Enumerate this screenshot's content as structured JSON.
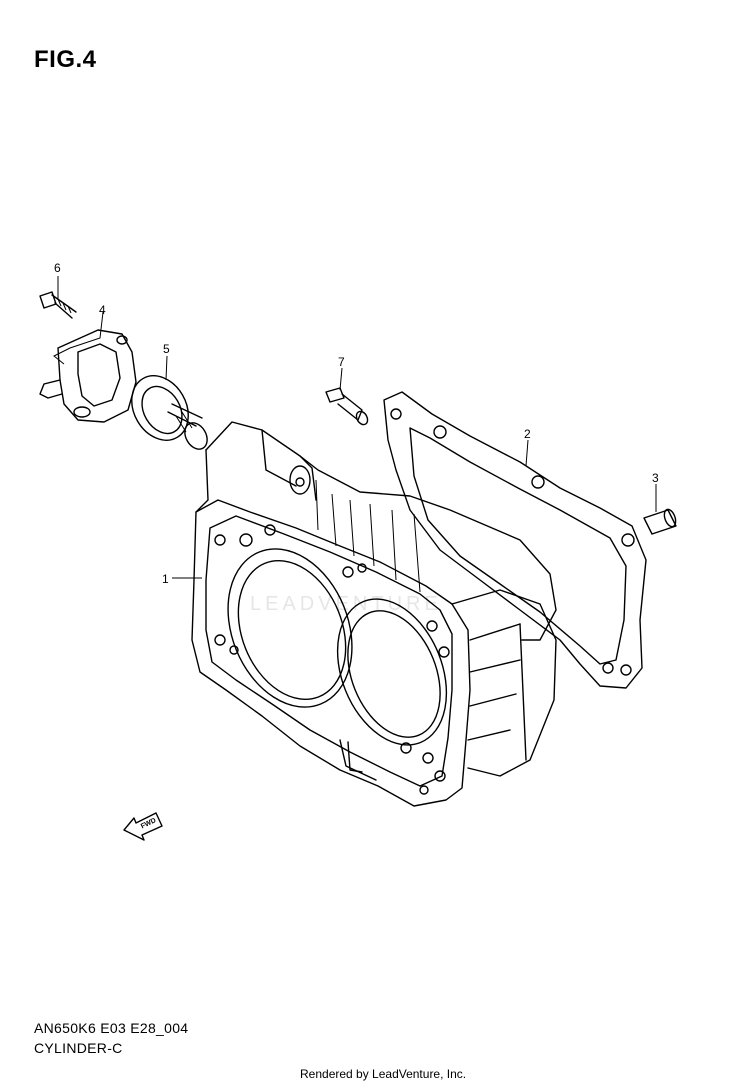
{
  "figure": {
    "title": "FIG.4",
    "code": "AN650K6 E03 E28_004",
    "name": "CYLINDER-C"
  },
  "callouts": [
    {
      "id": "1",
      "part": "cylinder"
    },
    {
      "id": "2",
      "part": "gasket"
    },
    {
      "id": "3",
      "part": "dowel-pin"
    },
    {
      "id": "4",
      "part": "thermostat-cover"
    },
    {
      "id": "5",
      "part": "thermostat"
    },
    {
      "id": "6",
      "part": "bolt"
    },
    {
      "id": "7",
      "part": "fitting"
    }
  ],
  "fwd_label": "FWD",
  "watermark": "LEADVENTURE",
  "footer": "Rendered by LeadVenture, Inc."
}
